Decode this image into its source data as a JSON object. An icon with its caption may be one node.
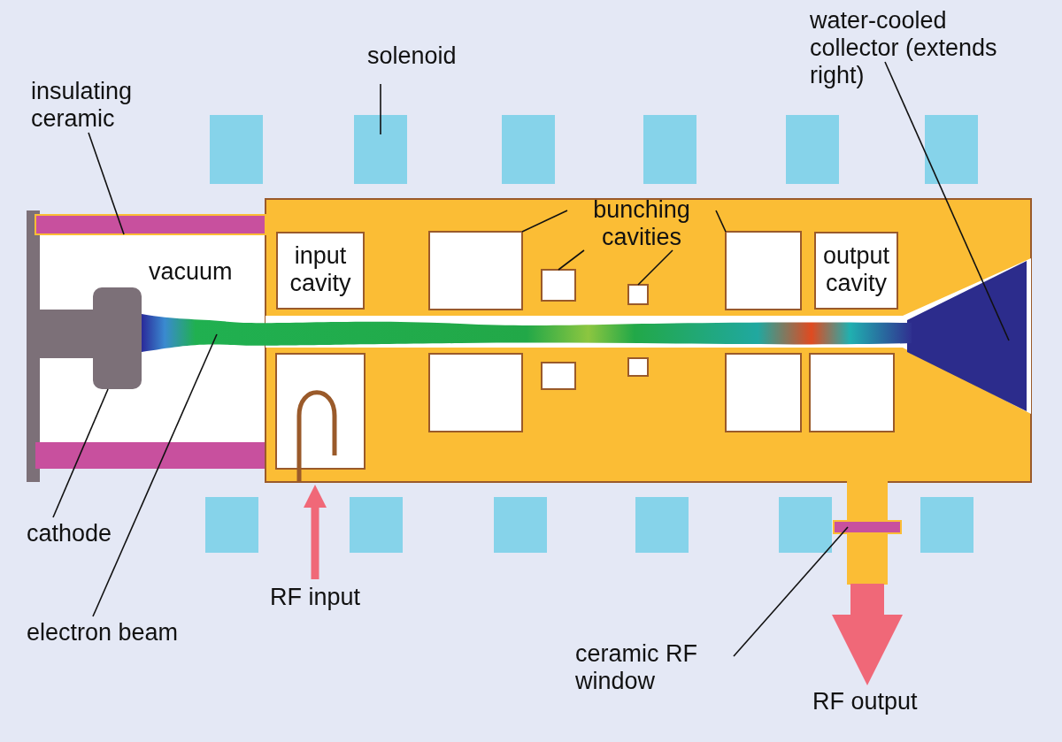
{
  "diagram": {
    "nodes": [
      {
        "text": [
          "insulating ceramic"
        ]
      },
      {
        "text": [],
        "shape": "bar"
      },
      {
        "text": [
          "solenoid"
        ]
      },
      {
        "text": [],
        "shape": "box"
      },
      {
        "text": [
          "bunching cavities"
        ]
      },
      {
        "text": [],
        "shape": "box"
      },
      {
        "text": [],
        "shape": "box"
      },
      {
        "text": [],
        "shape": "box"
      },
      {
        "text": [],
        "shape": "box"
      },
      {
        "text": [
          "water-cooled collector (extends right)"
        ]
      },
      {
        "text": [],
        "shape": "cone"
      },
      {
        "text": [],
        "shape": "box"
      },
      {
        "text": [
          "cathode"
        ]
      },
      {
        "text": [],
        "shape": "beam"
      },
      {
        "text": [
          "electron beam"
        ]
      },
      {
        "text": [
          "RF input"
        ]
      },
      {
        "text": [],
        "shape": "loop"
      },
      {
        "text": [],
        "shape": "bar"
      },
      {
        "text": [
          "ceramic RF window"
        ]
      },
      {
        "text": [],
        "shape": "bar"
      },
      {
        "text": [
          "RF output"
        ]
      },
      {
        "text": [
          "input cavity"
        ]
      },
      {
        "text": [
          "output cavity"
        ]
      }
    ],
    "edges": [
      {
        "from": 0,
        "to": 1,
        "arrow": "none"
      },
      {
        "from": 2,
        "to": 3,
        "arrow": "none"
      },
      {
        "from": 4,
        "to": 5,
        "arrow": "none"
      },
      {
        "from": 4,
        "to": 6,
        "arrow": "none"
      },
      {
        "from": 4,
        "to": 7,
        "arrow": "none"
      },
      {
        "from": 4,
        "to": 8,
        "arrow": "none"
      },
      {
        "from": 9,
        "to": 10,
        "arrow": "none"
      },
      {
        "from": 12,
        "to": 11,
        "arrow": "none"
      },
      {
        "from": 14,
        "to": 13,
        "arrow": "none"
      },
      {
        "from": 15,
        "to": 16,
        "arrow": "to",
        "style": "thick",
        "color": "#f06878"
      },
      {
        "from": 18,
        "to": 19,
        "arrow": "none"
      },
      {
        "from": 17,
        "to": 20,
        "arrow": "to",
        "style": "thick",
        "color": "#f06878"
      }
    ],
    "labels": [
      "vacuum"
    ]
  }
}
